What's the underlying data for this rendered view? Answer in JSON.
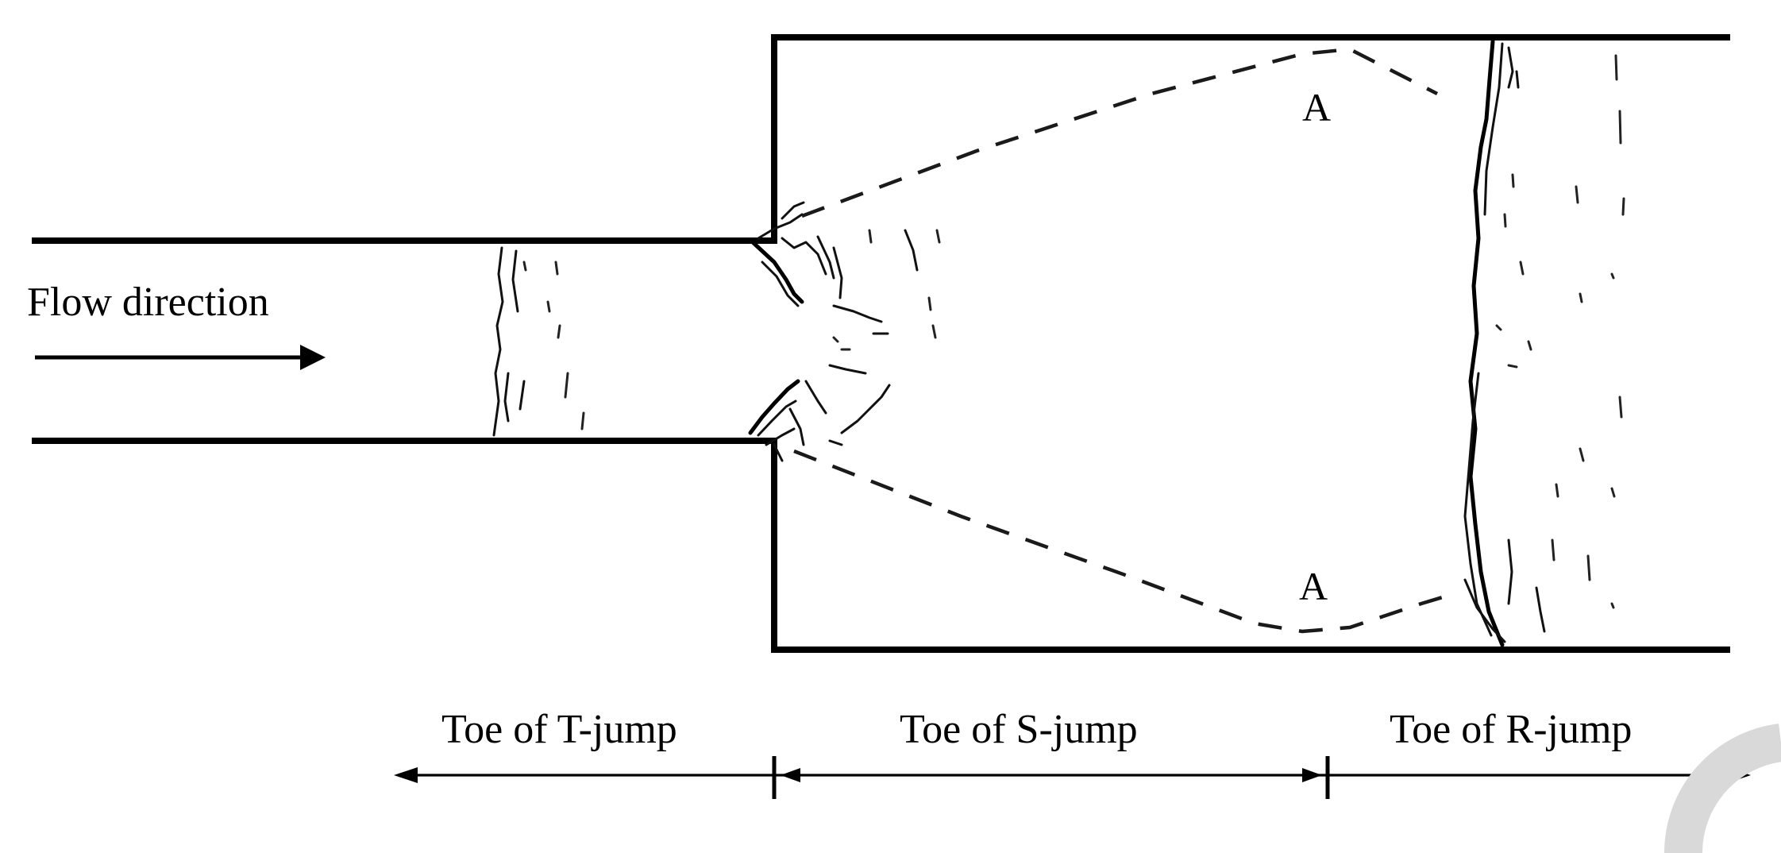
{
  "labels": {
    "flow_direction": "Flow direction",
    "point_upper": "A",
    "point_lower": "A",
    "toe_t": "Toe of T-jump",
    "toe_s": "Toe of S-jump",
    "toe_r": "Toe of R-jump"
  },
  "colors": {
    "ink": "#000000",
    "watermark": "#d9d9d9"
  }
}
